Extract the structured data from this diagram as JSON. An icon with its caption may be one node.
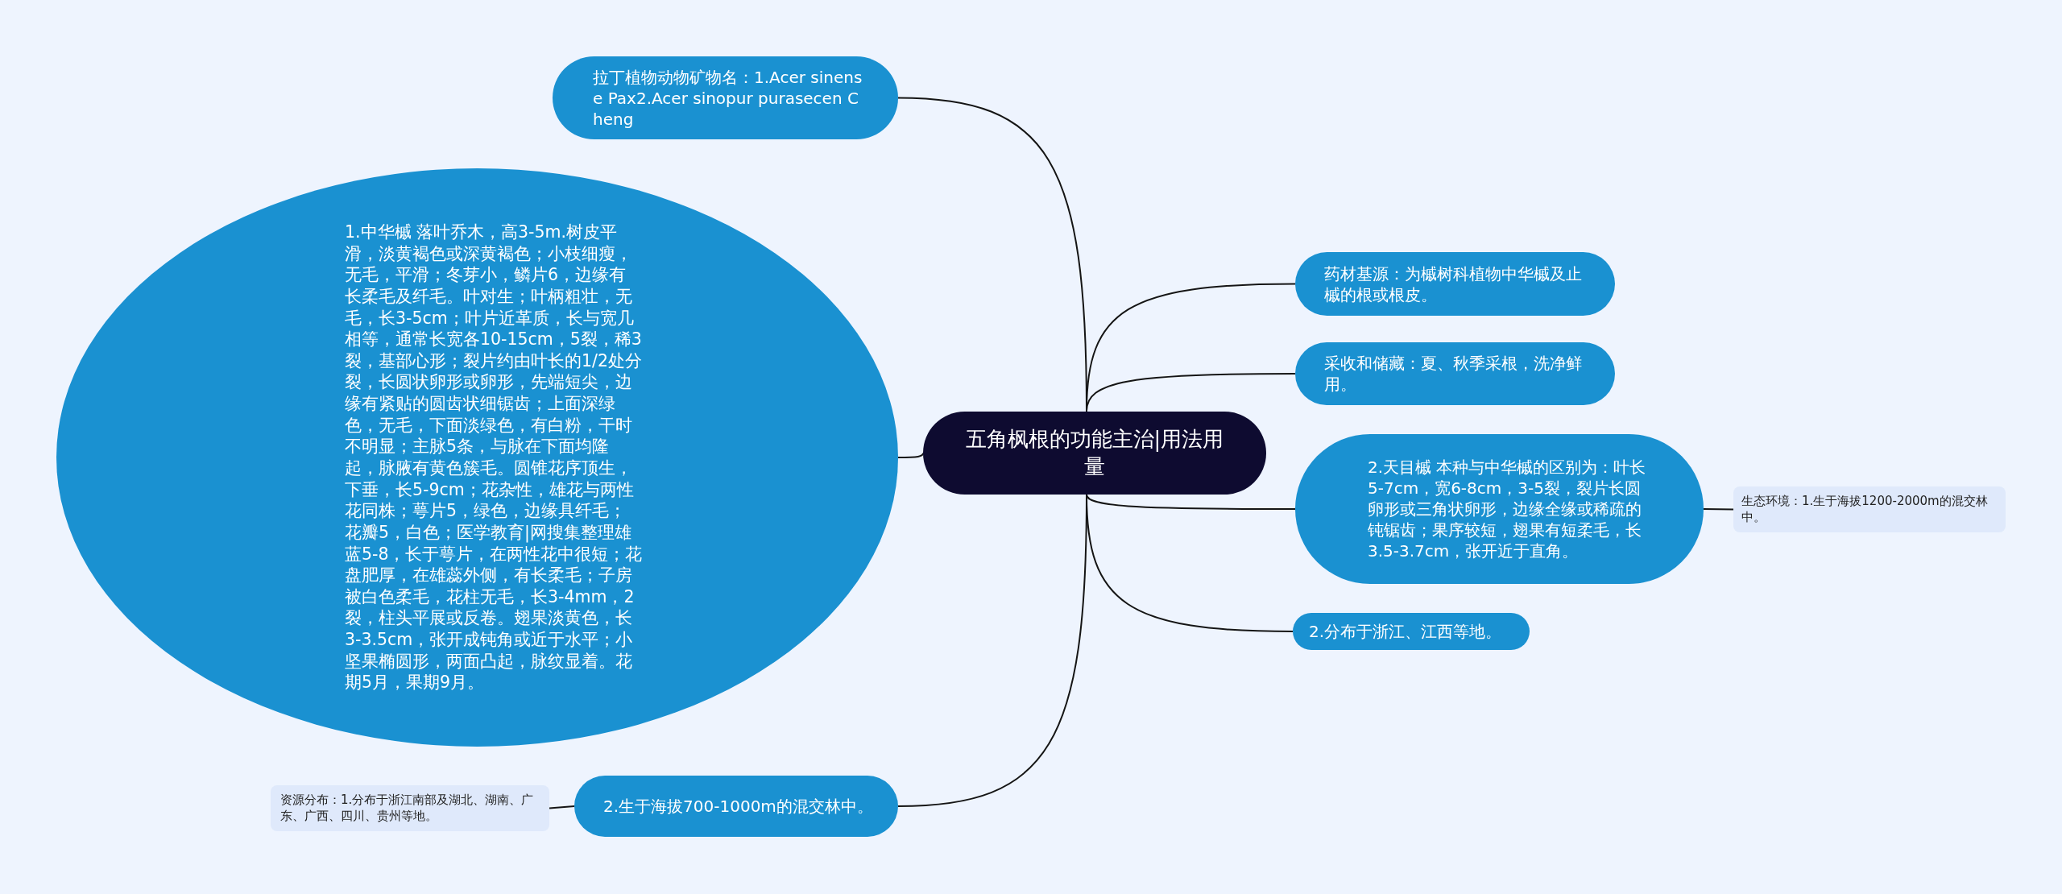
{
  "diagram": {
    "nodes": [
      {
        "text": [
          "五角枫根的功能主治|用法用量"
        ]
      },
      {
        "text": [
          "拉丁植物动物矿物名：1.Acer sinense Pax2.Acer sinopur purasecen Cheng"
        ]
      },
      {
        "text": [
          "1.中华槭 落叶乔木，高3-5m.树皮平滑，淡黄褐色或深黄褐色；小枝细瘦，无毛，平滑；冬芽小，鳞片6，边缘有长柔毛及纤毛。叶对生；叶柄粗壮，无毛，长3-5cm；叶片近革质，长与宽几相等，通常长宽各10-15cm，5裂，稀3裂，基部心形；裂片约由叶长的1/2处分裂，长圆状卵形或卵形，先端短尖，边缘有紧贴的圆齿状细锯齿；上面深绿色，无毛，下面淡绿色，有白粉，干时不明显；主脉5条，与脉在下面均隆起，脉腋有黄色簇毛。圆锥花序顶生，下垂，长5-9cm；花杂性，雄花与两性花同株；萼片5，绿色，边缘具纤毛；花瓣5，白色；医学教育|网搜集整理雄蓝5-8，长于萼片，在两性花中很短；花盘肥厚，在雄蕊外侧，有长柔毛；子房被白色柔毛，花柱无毛，长3-4mm，2裂，柱头平展或反卷。翅果淡黄色，长3-3.5cm，张开成钝角或近于水平；小坚果椭圆形，两面凸起，脉纹显着。花期5月，果期9月。"
        ]
      },
      {
        "text": [
          "2.生于海拔700-1000m的混交林中。"
        ]
      },
      {
        "text": [
          "资源分布：1.分布于浙江南部及湖北、湖南、广东、广西、四川、贵州等地。"
        ]
      },
      {
        "text": [
          "药材基源：为槭树科植物中华槭及止槭的根或根皮。"
        ]
      },
      {
        "text": [
          "采收和储藏：夏、秋季采根，洗净鲜用。"
        ]
      },
      {
        "text": [
          "2.天目槭 本种与中华槭的区别为：叶长5-7cm，宽6-8cm，3-5裂，裂片长圆卵形或三角状卵形，边缘全缘或稀疏的钝锯齿；果序较短，翅果有短柔毛，长3.5-3.7cm，张开近于直角。"
        ]
      },
      {
        "text": [
          "生态环境：1.生于海拔1200-2000m的混交林中。"
        ]
      },
      {
        "text": [
          "2.分布于浙江、江西等地。"
        ]
      }
    ],
    "edges": [
      {
        "from": 0,
        "to": 1,
        "arrow": "none"
      },
      {
        "from": 0,
        "to": 2,
        "arrow": "none"
      },
      {
        "from": 0,
        "to": 3,
        "arrow": "none"
      },
      {
        "from": 3,
        "to": 4,
        "arrow": "none"
      },
      {
        "from": 0,
        "to": 5,
        "arrow": "none"
      },
      {
        "from": 0,
        "to": 6,
        "arrow": "none"
      },
      {
        "from": 0,
        "to": 7,
        "arrow": "none"
      },
      {
        "from": 7,
        "to": 8,
        "arrow": "none"
      },
      {
        "from": 0,
        "to": 9,
        "arrow": "none"
      }
    ]
  }
}
